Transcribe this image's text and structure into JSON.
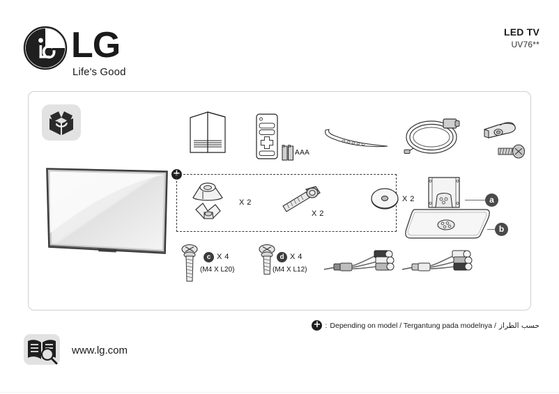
{
  "header": {
    "logo_mark": "lg-logo-icon",
    "logo_word": "LG",
    "slogan": "Life's Good",
    "product_type": "LED TV",
    "model": "UV76**"
  },
  "panel": {
    "unbox_icon": "unboxing-icon",
    "items": {
      "tv": "tv-panel-illustration",
      "manual": "user-manual-illustration",
      "remote": "remote-control-illustration",
      "batteries_label": "AAA",
      "cable_tie": "cable-tie-illustration",
      "power_cable": "power-cable-illustration",
      "cable_holder": "cable-holder-illustration",
      "holder_screw": "cable-holder-screw-illustration"
    },
    "dashed_group": {
      "marker": "plus-marker-icon",
      "parts": [
        {
          "name": "cap-nut-and-wing-nut",
          "qty": "X 2"
        },
        {
          "name": "stand-bolt",
          "qty": "X 2"
        },
        {
          "name": "washer",
          "qty": "X 2"
        }
      ]
    },
    "screws": [
      {
        "badge": "c",
        "qty": "X 4",
        "spec": "(M4 X L20)"
      },
      {
        "badge": "d",
        "qty": "X 4",
        "spec": "(M4 X L12)"
      }
    ],
    "stand_parts": [
      {
        "badge": "a",
        "name": "stand-neck"
      },
      {
        "badge": "b",
        "name": "stand-base"
      }
    ],
    "av_cables": [
      "av-adapter-cable-1",
      "av-adapter-cable-2"
    ]
  },
  "footnote": {
    "marker": "plus-marker-icon",
    "separator": " : ",
    "text_en": "Depending on model / Tergantung pada modelnya / ",
    "text_ar": "حسب الطراز"
  },
  "footer": {
    "icon": "manual-search-icon",
    "url": "www.lg.com"
  },
  "colors": {
    "ink": "#1a1a1a",
    "panel_border": "#cfcfcf",
    "icon_bg": "#e2e2e2",
    "badge_dark": "#3b3b3b"
  }
}
